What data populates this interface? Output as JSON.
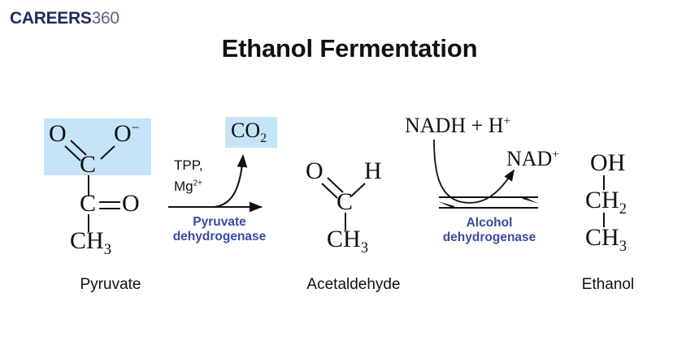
{
  "logo": {
    "primary": "CAREERS",
    "secondary": "360",
    "primary_color": "#1f2a5e",
    "secondary_color": "#5b6486"
  },
  "title": "Ethanol Fermentation",
  "colors": {
    "highlight": "#c5e4f7",
    "enzyme_blue": "#3a4ba0",
    "ink": "#111111",
    "background": "#ffffff"
  },
  "diagram": {
    "type": "biochemical-pathway",
    "pathway": "Ethanol Fermentation",
    "steps": [
      {
        "substrate": "Pyruvate",
        "product": "Acetaldehyde",
        "enzyme": "Pyruvate dehydrogenase",
        "cofactors": [
          "TPP,",
          "Mg2+"
        ],
        "released": "CO2",
        "arrow": "single"
      },
      {
        "substrate": "Acetaldehyde",
        "product": "Ethanol",
        "enzyme": "Alcohol dehydrogenase",
        "consumed": "NADH + H+",
        "released": "NAD+",
        "arrow": "reversible"
      }
    ]
  },
  "pyruvate": {
    "name": "Pyruvate",
    "atoms": {
      "o_double": "O",
      "o_minus": "O",
      "o_minus_charge": "−",
      "c_carboxyl": "C",
      "c_keto": "C",
      "o_keto": "O",
      "ch3": "CH",
      "ch3_sub": "3"
    }
  },
  "acetaldehyde": {
    "name": "Acetaldehyde",
    "atoms": {
      "o_double": "O",
      "h": "H",
      "c_carbonyl": "C",
      "ch3": "CH",
      "ch3_sub": "3"
    }
  },
  "ethanol": {
    "name": "Ethanol",
    "atoms": {
      "oh": "OH",
      "ch2": "CH",
      "ch2_sub": "2",
      "ch3": "CH",
      "ch3_sub": "3"
    }
  },
  "reaction1": {
    "cofactor_line1": "TPP,",
    "cofactor_line2": "Mg",
    "cofactor_line2_sup": "2+",
    "byproduct": "CO",
    "byproduct_sub": "2",
    "enzyme_line1": "Pyruvate",
    "enzyme_line2": "dehydrogenase"
  },
  "reaction2": {
    "reactant": "NADH + H",
    "reactant_sup": "+",
    "product": "NAD",
    "product_sup": "+",
    "enzyme_line1": "Alcohol",
    "enzyme_line2": "dehydrogenase"
  }
}
